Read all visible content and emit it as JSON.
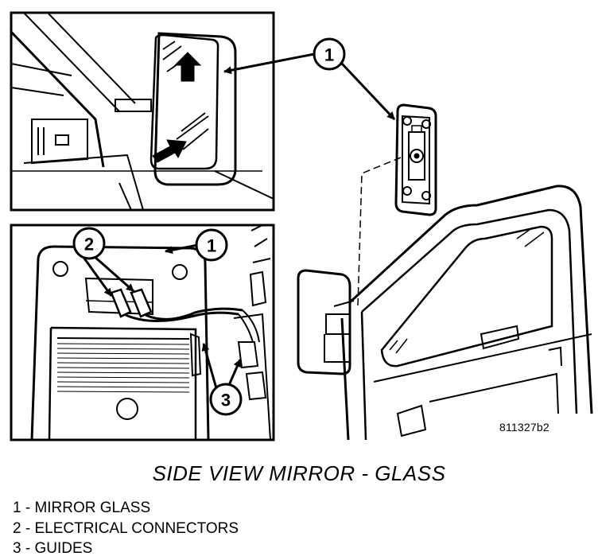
{
  "title": "SIDE VIEW MIRROR - GLASS",
  "reference_code": "811327b2",
  "callouts": {
    "top_panel_1": "1",
    "bottom_panel_1": "1",
    "bottom_panel_2": "2",
    "bottom_panel_3": "3"
  },
  "legend": [
    {
      "number": "1",
      "text": "1 - MIRROR GLASS"
    },
    {
      "number": "2",
      "text": "2 - ELECTRICAL CONNECTORS"
    },
    {
      "number": "3",
      "text": "3 - GUIDES"
    }
  ]
}
